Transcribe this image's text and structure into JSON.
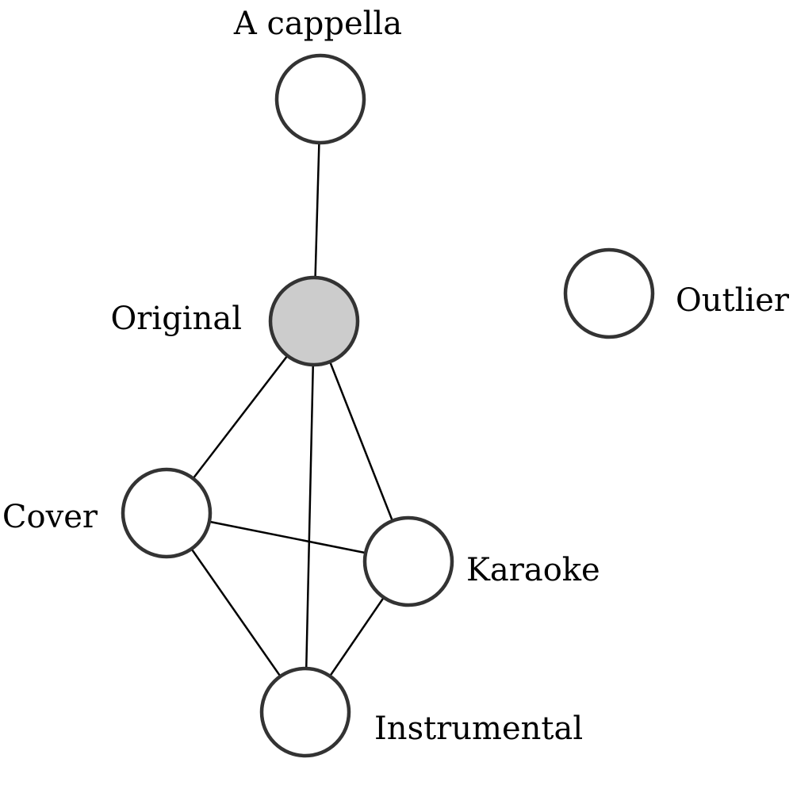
{
  "colors": {
    "highlight_fill": "#cccccc",
    "default_fill": "#ffffff",
    "node_stroke": "#333333",
    "edge_stroke": "#000000"
  },
  "nodes": [
    {
      "id": "a-cappella",
      "label": "A cappella",
      "highlighted": false
    },
    {
      "id": "original",
      "label": "Original",
      "highlighted": true
    },
    {
      "id": "outlier",
      "label": "Outlier",
      "highlighted": false
    },
    {
      "id": "cover",
      "label": "Cover",
      "highlighted": false
    },
    {
      "id": "karaoke",
      "label": "Karaoke",
      "highlighted": false
    },
    {
      "id": "instrumental",
      "label": "Instrumental",
      "highlighted": false
    }
  ],
  "edges": [
    {
      "from": "a-cappella",
      "to": "original"
    },
    {
      "from": "original",
      "to": "cover"
    },
    {
      "from": "original",
      "to": "karaoke"
    },
    {
      "from": "original",
      "to": "instrumental"
    },
    {
      "from": "cover",
      "to": "karaoke"
    },
    {
      "from": "cover",
      "to": "instrumental"
    },
    {
      "from": "karaoke",
      "to": "instrumental"
    }
  ]
}
